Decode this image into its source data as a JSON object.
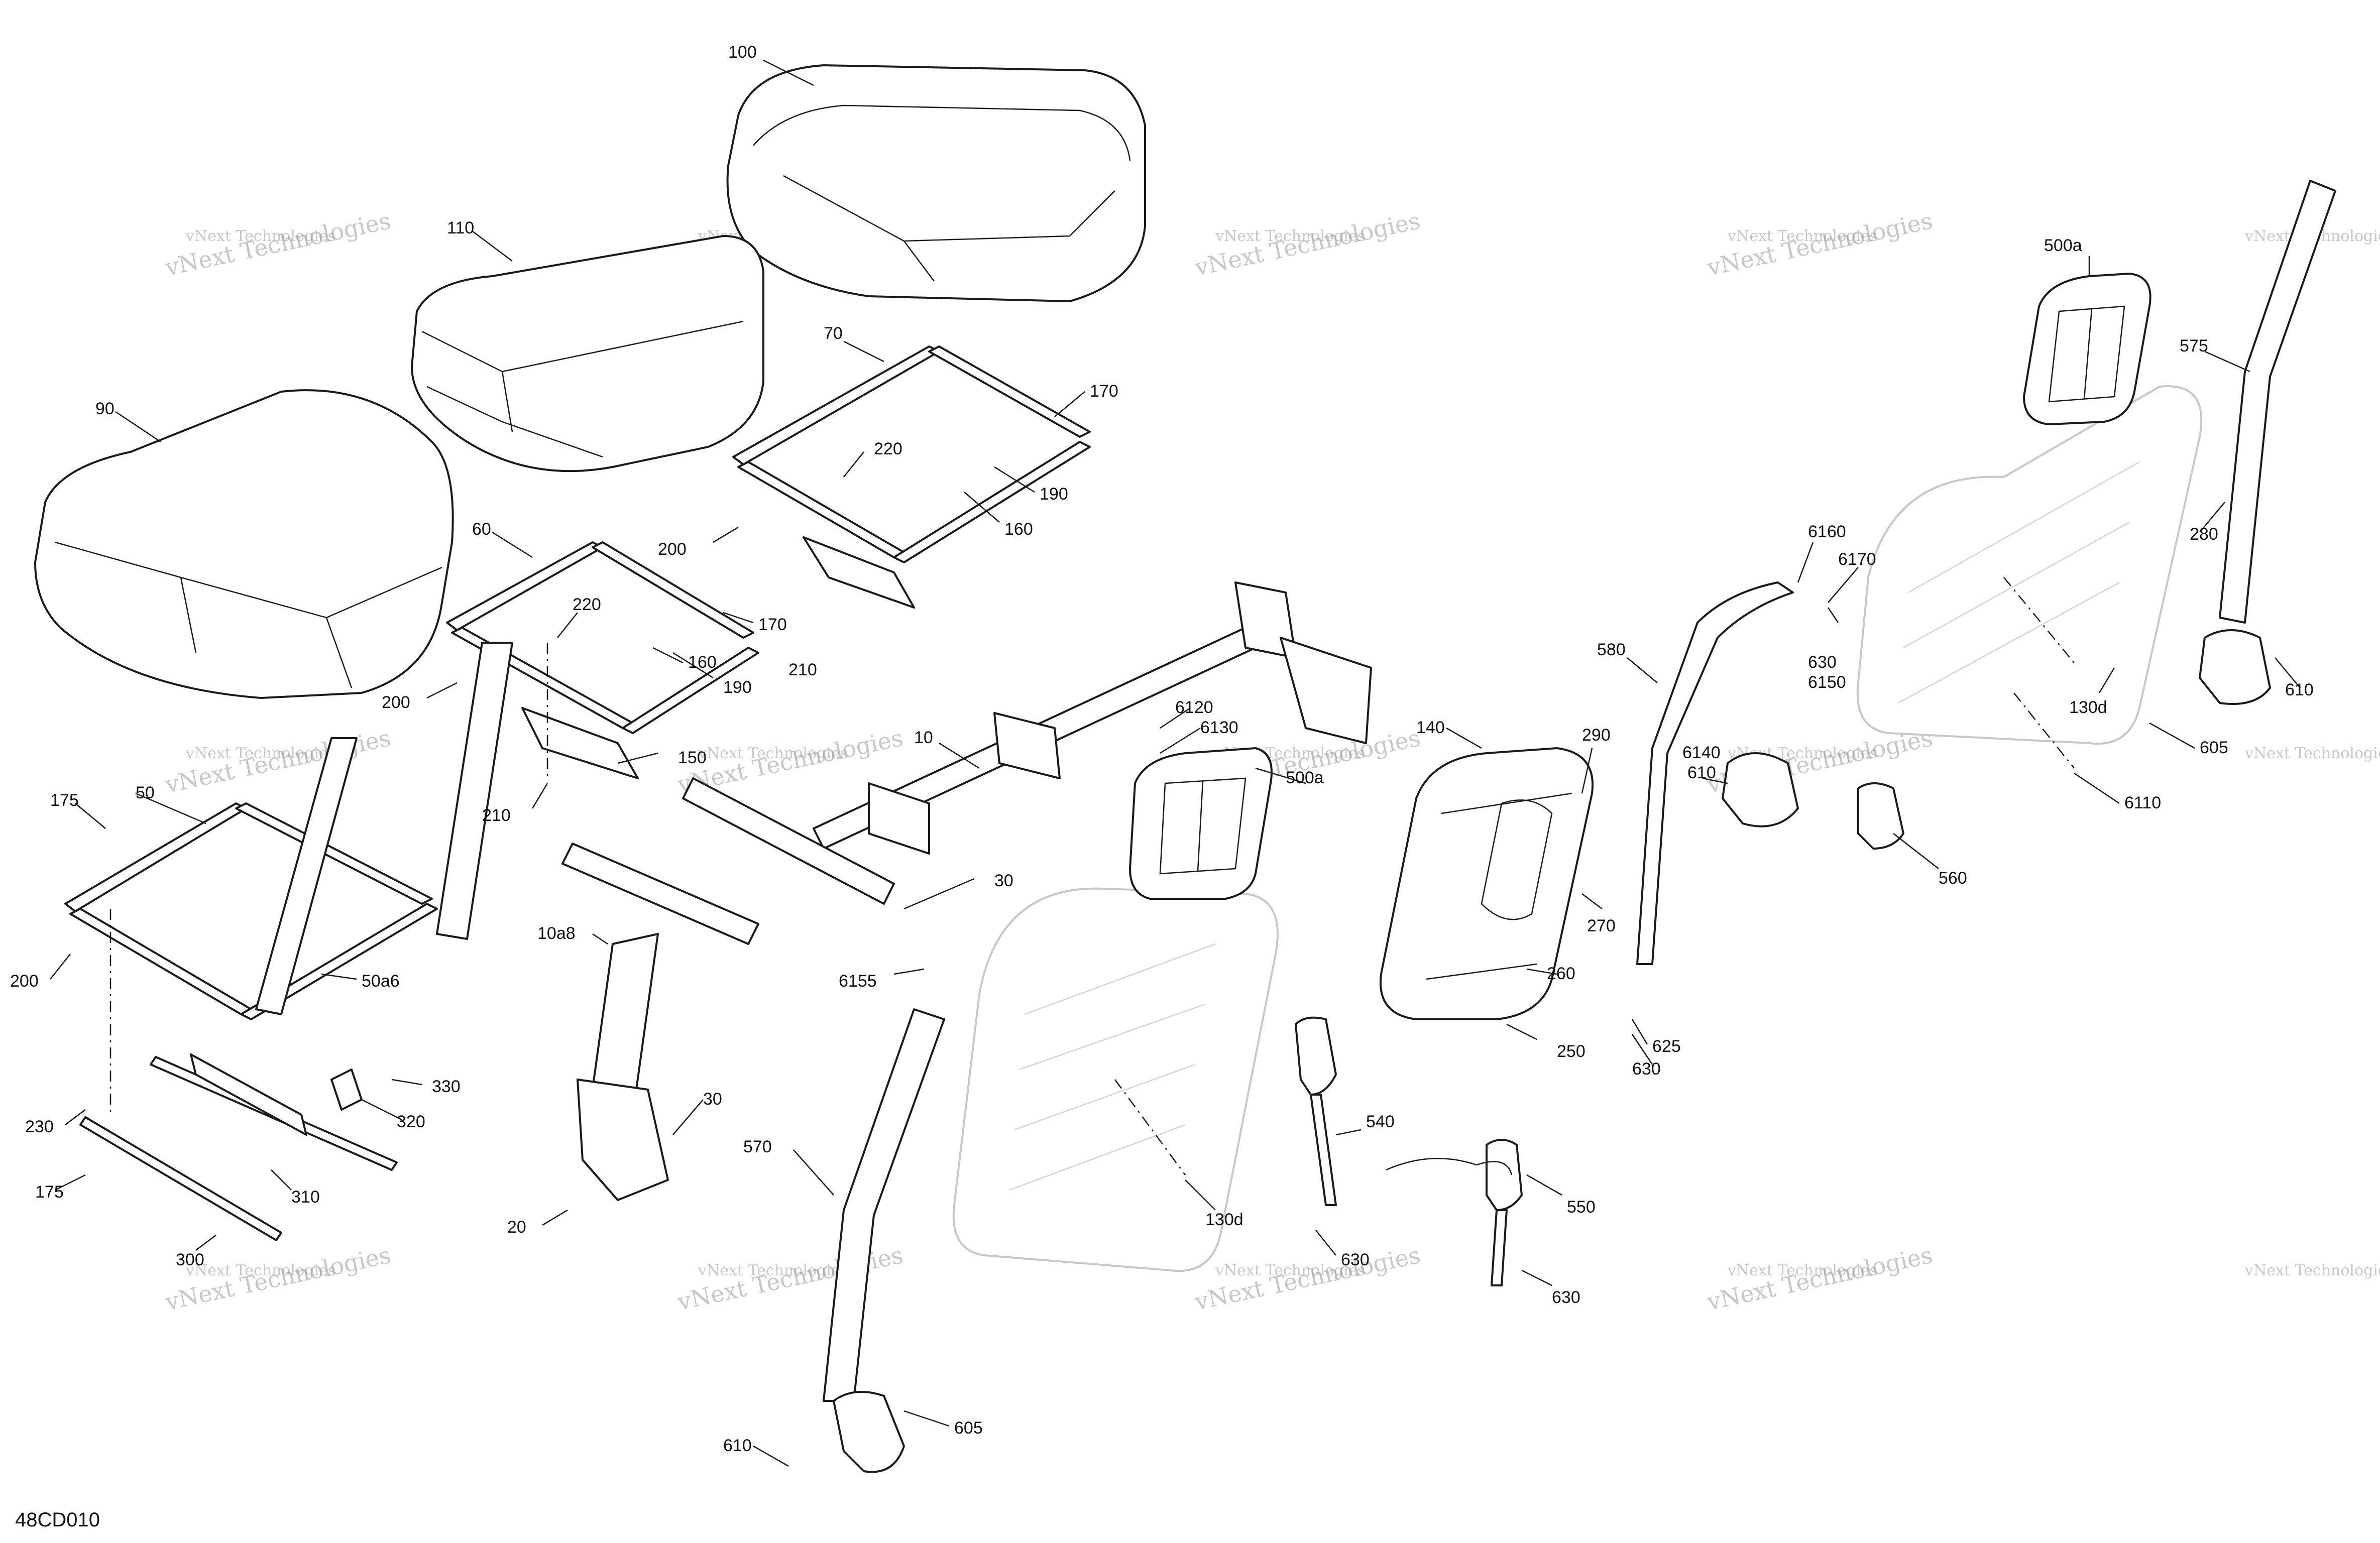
{
  "diagram": {
    "reference": "48CD010",
    "watermark": {
      "line1": "vNext Technologies",
      "line2": "vNext Technologies"
    },
    "callouts": [
      "100",
      "110",
      "90",
      "70",
      "170",
      "220",
      "190",
      "160",
      "200",
      "60",
      "220",
      "170",
      "190",
      "160",
      "200",
      "210",
      "150",
      "210",
      "10",
      "30",
      "10a8",
      "30",
      "20",
      "50",
      "175",
      "200",
      "50a6",
      "330",
      "320",
      "230",
      "310",
      "175",
      "300",
      "6120",
      "6130",
      "500a",
      "500a",
      "6155",
      "570",
      "605",
      "610",
      "130d",
      "140",
      "290",
      "270",
      "260",
      "250",
      "540",
      "630",
      "550",
      "630",
      "580",
      "625",
      "630",
      "6160",
      "6170",
      "630",
      "6150",
      "6140",
      "610",
      "560",
      "575",
      "280",
      "610",
      "130d",
      "605",
      "6110"
    ]
  }
}
